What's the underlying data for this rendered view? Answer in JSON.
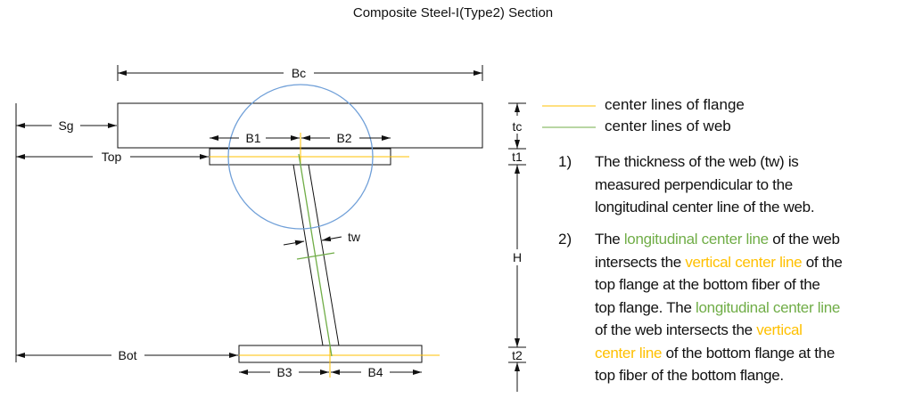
{
  "title": "Composite Steel-I(Type2) Section",
  "labels": {
    "Bc": "Bc",
    "Sg": "Sg",
    "Top": "Top",
    "Bot": "Bot",
    "B1": "B1",
    "B2": "B2",
    "B3": "B3",
    "B4": "B4",
    "tw": "tw",
    "tc": "tc",
    "t1": "t1",
    "H": "H",
    "t2": "t2"
  },
  "legend": [
    {
      "label": "center lines of flange",
      "color": "#ffc000"
    },
    {
      "label": "center lines of web",
      "color": "#70ad47"
    }
  ],
  "colors": {
    "flange_center": "#ffc000",
    "web_center": "#70ad47",
    "circle": "#6f9fd8",
    "normal": "#111111"
  },
  "notes": [
    {
      "number": "1)",
      "lines": [
        [
          {
            "text": "The thickness of the web (tw) is",
            "c": "normal"
          }
        ],
        [
          {
            "text": "measured perpendicular to the",
            "c": "normal"
          }
        ],
        [
          {
            "text": "longitudinal center line of the web.",
            "c": "normal"
          }
        ]
      ]
    },
    {
      "number": "2)",
      "lines": [
        [
          {
            "text": "The ",
            "c": "normal"
          },
          {
            "text": "longitudinal center line",
            "c": "web_center"
          },
          {
            "text": " of the web",
            "c": "normal"
          }
        ],
        [
          {
            "text": "intersects the ",
            "c": "normal"
          },
          {
            "text": "vertical center line",
            "c": "flange_center"
          },
          {
            "text": " of the",
            "c": "normal"
          }
        ],
        [
          {
            "text": "top flange at the bottom fiber of the",
            "c": "normal"
          }
        ],
        [
          {
            "text": "top flange. The ",
            "c": "normal"
          },
          {
            "text": "longitudinal center line",
            "c": "web_center"
          }
        ],
        [
          {
            "text": "of the web intersects the ",
            "c": "normal"
          },
          {
            "text": "vertical",
            "c": "flange_center"
          }
        ],
        [
          {
            "text": "center line",
            "c": "flange_center"
          },
          {
            "text": " of the bottom flange at the",
            "c": "normal"
          }
        ],
        [
          {
            "text": "top fiber of the bottom flange.",
            "c": "normal"
          }
        ]
      ]
    }
  ]
}
